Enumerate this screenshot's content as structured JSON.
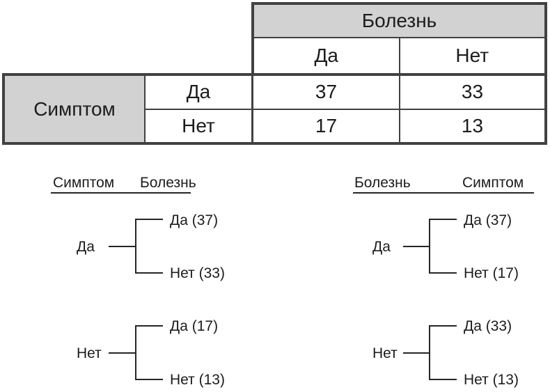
{
  "table": {
    "col_group_label": "Болезнь",
    "row_group_label": "Симптом",
    "col_headers": [
      "Да",
      "Нет"
    ],
    "row_headers": [
      "Да",
      "Нет"
    ],
    "values": [
      [
        "37",
        "33"
      ],
      [
        "17",
        "13"
      ]
    ]
  },
  "trees": [
    {
      "level1_label": "Симптом",
      "level2_label": "Болезнь",
      "groups": [
        {
          "parent": "Да",
          "branches": [
            "Да (37)",
            "Нет (33)"
          ]
        },
        {
          "parent": "Нет",
          "branches": [
            "Да (17)",
            "Нет (13)"
          ]
        }
      ]
    },
    {
      "level1_label": "Болезнь",
      "level2_label": "Симптом",
      "groups": [
        {
          "parent": "Да",
          "branches": [
            "Да (37)",
            "Нет (17)"
          ]
        },
        {
          "parent": "Нет",
          "branches": [
            "Да (33)",
            "Нет (13)"
          ]
        }
      ]
    }
  ],
  "colors": {
    "border": "#414141",
    "fill": "#d2d2d2",
    "line": "#262626",
    "text": "#1c1c1c",
    "bg": "#ffffff"
  }
}
